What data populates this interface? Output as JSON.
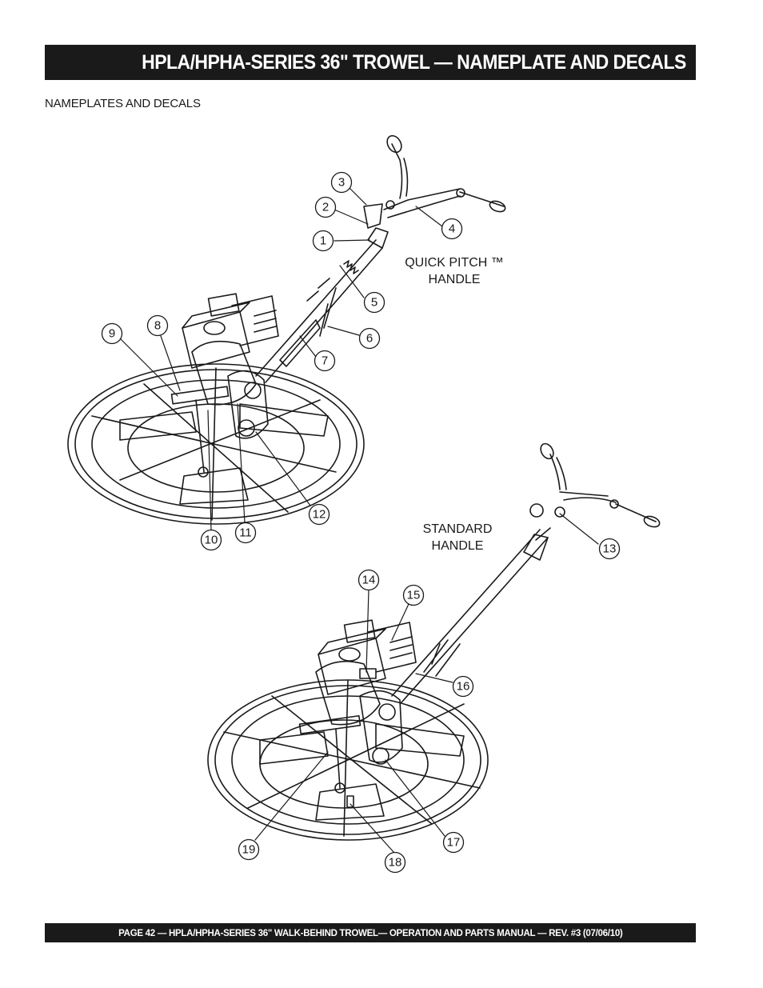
{
  "header": {
    "title": "HPLA/HPHA-SERIES 36\" TROWEL —  NAMEPLATE AND DECALS"
  },
  "section": {
    "label": "NAMEPLATES AND DECALS"
  },
  "diagram": {
    "top_label_line1": "QUICK PITCH ™",
    "top_label_line2": "HANDLE",
    "bottom_label_line1": "STANDARD",
    "bottom_label_line2": "HANDLE",
    "callouts": [
      "1",
      "2",
      "3",
      "4",
      "5",
      "6",
      "7",
      "8",
      "9",
      "10",
      "11",
      "12",
      "13",
      "14",
      "15",
      "16",
      "17",
      "18",
      "19"
    ]
  },
  "footer": {
    "text": "PAGE 42 — HPLA/HPHA-SERIES 36\"  WALK-BEHIND TROWEL— OPERATION AND PARTS MANUAL — REV. #3 (07/06/10)"
  }
}
